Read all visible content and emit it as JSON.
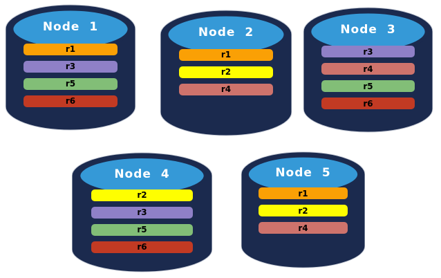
{
  "diagram": {
    "description_label": "database nodes with replica bars"
  },
  "colors": {
    "background": "#FFFFFF",
    "cylinder_body": "#1B2A4E",
    "cylinder_top": "#3599D7",
    "title_text": "#FFFFFF",
    "bar_text": "#000000"
  },
  "replica_colors": {
    "r1": "#FAA005",
    "r2": "#FEFE00",
    "r3": "#8F80C7",
    "r4": "#CE736C",
    "r5": "#82BE77",
    "r6": "#C23A23"
  },
  "nodes": [
    {
      "label": "Node 1",
      "replicas": [
        "r1",
        "r3",
        "r5",
        "r6"
      ]
    },
    {
      "label": "Node 2",
      "replicas": [
        "r1",
        "r2",
        "r4"
      ]
    },
    {
      "label": "Node 3",
      "replicas": [
        "r3",
        "r4",
        "r5",
        "r6"
      ]
    },
    {
      "label": "Node 4",
      "replicas": [
        "r2",
        "r3",
        "r5",
        "r6"
      ]
    },
    {
      "label": "Node 5",
      "replicas": [
        "r1",
        "r2",
        "r4"
      ]
    }
  ]
}
